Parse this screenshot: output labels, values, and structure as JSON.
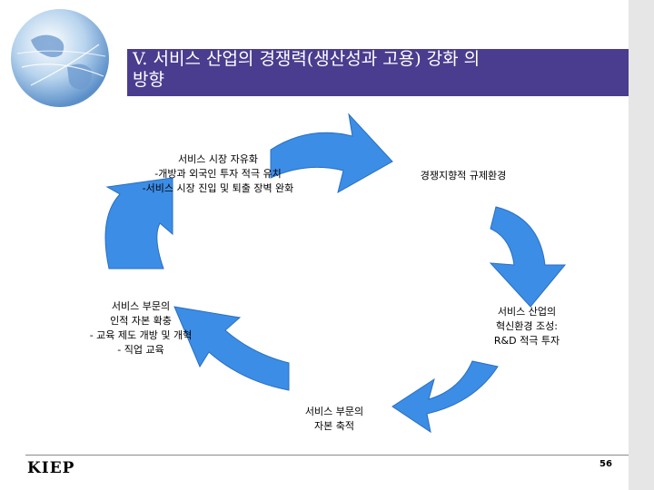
{
  "slide": {
    "title_line1": "V. 서비스 산업의 경쟁력(생산성과 고용) 강화 의",
    "title_line2": "방향",
    "logo_text": "KIEP",
    "page_number": "56"
  },
  "cycle": {
    "nodes": [
      {
        "id": "market",
        "text": "서비스 시장 자유화\n-개방과 외국인 투자 적극 유치\n-서비스 시장 진입 및 퇴출 장벽 완화"
      },
      {
        "id": "regulation",
        "text": "경쟁지향적 규제환경"
      },
      {
        "id": "innovation",
        "text": "서비스 산업의\n혁신환경 조성:\nR&D 적극 투자"
      },
      {
        "id": "capital",
        "text": "서비스 부문의\n자본 축적"
      },
      {
        "id": "human",
        "text": "서비스 부문의\n인적 자본 확충\n- 교육 제도 개방 및 개혁\n- 직업 교육"
      }
    ],
    "arrow_color": "#3c8de6"
  }
}
